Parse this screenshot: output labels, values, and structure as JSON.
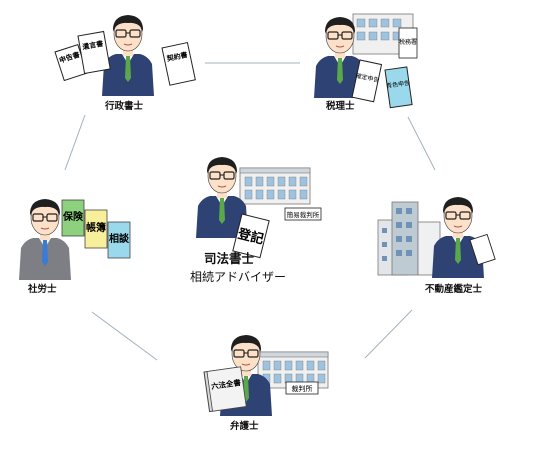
{
  "center": {
    "title": "司法書士",
    "subtitle": "相続アドバイザー",
    "building_sign": "簡易裁判所",
    "doc": "登記"
  },
  "nodes": {
    "gyosei": {
      "label": "行政書士",
      "docs": [
        "遺言書",
        "申告書",
        "契約書"
      ]
    },
    "zeirishi": {
      "label": "税理士",
      "docs": [
        "税務署",
        "確定申告",
        "青色申告"
      ]
    },
    "sharoushi": {
      "label": "社労士",
      "cards": [
        "保険",
        "帳簿",
        "相談"
      ]
    },
    "fudosan": {
      "label": "不動産鑑定士"
    },
    "bengoshi": {
      "label": "弁護士",
      "book": "六法全書",
      "sign": "裁判所"
    }
  },
  "colors": {
    "line": "#9fb3c0",
    "suit": "#2e4374",
    "suit_gray": "#7d7f84",
    "skin": "#fde0c8",
    "hair": "#1f1f1f",
    "green_card": "#8dd17f",
    "yellow_card": "#f7ef9a",
    "blue_card": "#9ad8ec"
  }
}
